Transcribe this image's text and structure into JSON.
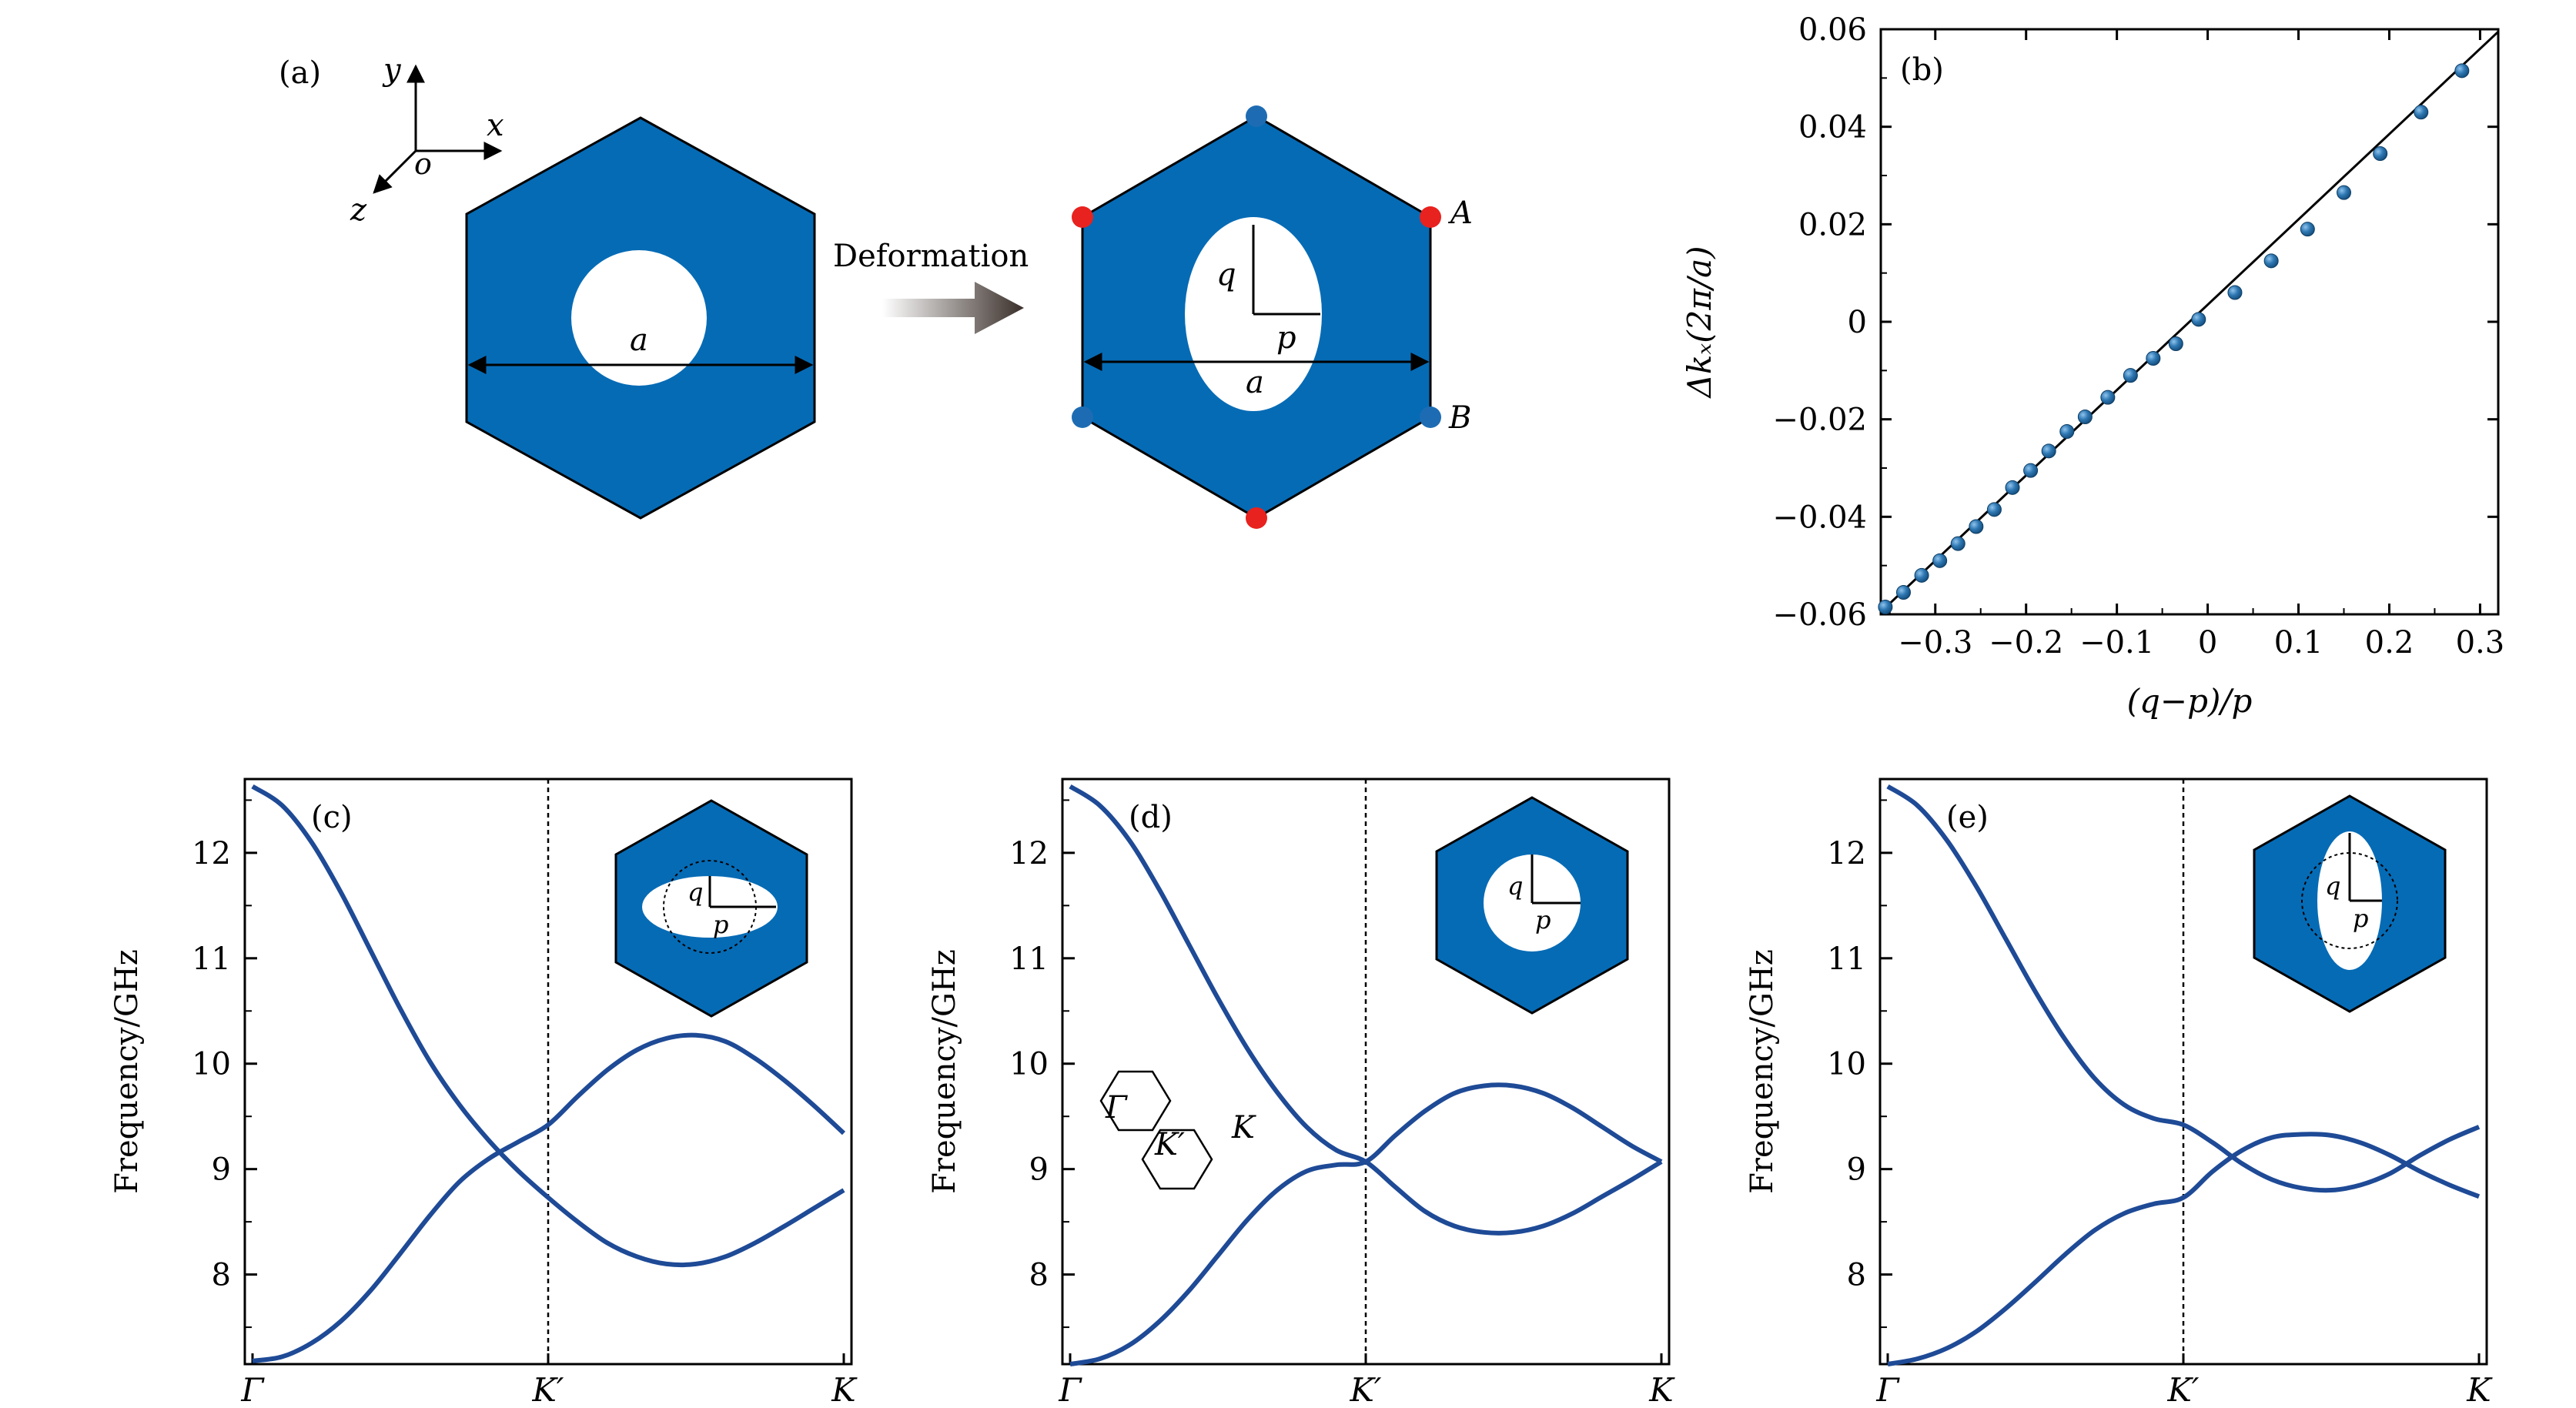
{
  "colors": {
    "hex_fill": "#066bb5",
    "band_line": "#1e4a96",
    "corner_red": "#e8221e",
    "corner_blue": "#1d6cb3",
    "fit_point": "#2f78b3"
  },
  "panel_a": {
    "label": "(a)",
    "axis_y": "y",
    "axis_x": "x",
    "axis_z": "z",
    "origin": "o",
    "arrow_label": "Deformation",
    "dim_a": "a",
    "dim_q": "q",
    "dim_p": "p",
    "corner_A": "A",
    "corner_B": "B"
  },
  "chart_data": [
    {
      "id": "b",
      "type": "scatter",
      "label": "(b)",
      "xlabel": "(q−p)/p",
      "ylabel": "Δkₓ(2π/a)",
      "xlim": [
        -0.36,
        0.32
      ],
      "ylim": [
        -0.06,
        0.06
      ],
      "xticks": [
        -0.3,
        -0.2,
        -0.1,
        0,
        0.1,
        0.2,
        0.3
      ],
      "xtick_labels": [
        "−0.3",
        "−0.2",
        "−0.1",
        "0",
        "0.1",
        "0.2",
        "0.3"
      ],
      "yticks": [
        -0.06,
        -0.04,
        -0.02,
        0,
        0.02,
        0.04,
        0.06
      ],
      "ytick_labels": [
        "−0.06",
        "−0.04",
        "−0.02",
        "0",
        "0.02",
        "0.04",
        "0.06"
      ],
      "fit_line": {
        "x": [
          -0.36,
          0.32
        ],
        "y": [
          -0.0595,
          0.0595
        ]
      },
      "x": [
        -0.355,
        -0.335,
        -0.315,
        -0.295,
        -0.275,
        -0.255,
        -0.235,
        -0.215,
        -0.195,
        -0.175,
        -0.155,
        -0.135,
        -0.11,
        -0.085,
        -0.06,
        -0.035,
        -0.01,
        0.03,
        0.07,
        0.11,
        0.15,
        0.19,
        0.235,
        0.28
      ],
      "y": [
        -0.0585,
        -0.0555,
        -0.052,
        -0.049,
        -0.0455,
        -0.042,
        -0.0385,
        -0.034,
        -0.0305,
        -0.0265,
        -0.0225,
        -0.0195,
        -0.0155,
        -0.011,
        -0.0075,
        -0.0045,
        0.0005,
        0.006,
        0.0125,
        0.019,
        0.0265,
        0.0345,
        0.043,
        0.0515
      ]
    },
    {
      "id": "c",
      "type": "line",
      "label": "(c)",
      "ylabel": "Frequency/GHz",
      "ylim": [
        7.15,
        12.7
      ],
      "yticks": [
        8,
        9,
        10,
        11,
        12
      ],
      "xtick_labels": [
        "Γ",
        "K′",
        "K"
      ],
      "xlim": [
        0,
        2
      ],
      "series": [
        {
          "x": [
            0,
            0.1,
            0.2,
            0.3,
            0.4,
            0.5,
            0.6,
            0.7,
            0.8,
            0.9,
            1.0,
            1.1,
            1.2,
            1.3,
            1.4,
            1.5,
            1.6,
            1.7,
            1.8,
            1.9,
            2.0
          ],
          "values": [
            12.63,
            12.45,
            12.1,
            11.62,
            11.07,
            10.52,
            10.02,
            9.61,
            9.27,
            8.98,
            8.73,
            8.5,
            8.3,
            8.17,
            8.1,
            8.1,
            8.17,
            8.3,
            8.46,
            8.63,
            8.8
          ]
        },
        {
          "x": [
            0,
            0.1,
            0.2,
            0.3,
            0.4,
            0.5,
            0.6,
            0.7,
            0.8,
            0.9,
            1.0,
            1.1,
            1.2,
            1.3,
            1.4,
            1.5,
            1.6,
            1.7,
            1.8,
            1.9,
            2.0
          ],
          "values": [
            7.18,
            7.22,
            7.35,
            7.56,
            7.85,
            8.2,
            8.56,
            8.88,
            9.1,
            9.26,
            9.42,
            9.69,
            9.94,
            10.13,
            10.24,
            10.27,
            10.21,
            10.05,
            9.84,
            9.6,
            9.34
          ]
        }
      ]
    },
    {
      "id": "d",
      "type": "line",
      "label": "(d)",
      "ylabel": "Frequency/GHz",
      "ylim": [
        7.15,
        12.7
      ],
      "yticks": [
        8,
        9,
        10,
        11,
        12
      ],
      "xtick_labels": [
        "Γ",
        "K′",
        "K"
      ],
      "xlim": [
        0,
        2
      ],
      "bz_labels": [
        "Γ",
        "K′",
        "K"
      ],
      "series": [
        {
          "x": [
            0,
            0.1,
            0.2,
            0.3,
            0.4,
            0.5,
            0.6,
            0.7,
            0.8,
            0.9,
            1.0,
            1.1,
            1.2,
            1.3,
            1.4,
            1.5,
            1.6,
            1.7,
            1.8,
            1.9,
            2.0
          ],
          "values": [
            12.63,
            12.45,
            12.12,
            11.66,
            11.14,
            10.62,
            10.14,
            9.73,
            9.4,
            9.18,
            9.07,
            8.83,
            8.6,
            8.46,
            8.4,
            8.4,
            8.46,
            8.58,
            8.74,
            8.9,
            9.07
          ]
        },
        {
          "x": [
            0,
            0.1,
            0.2,
            0.3,
            0.4,
            0.5,
            0.6,
            0.7,
            0.8,
            0.9,
            1.0,
            1.1,
            1.2,
            1.3,
            1.4,
            1.5,
            1.6,
            1.7,
            1.8,
            1.9,
            2.0
          ],
          "values": [
            7.15,
            7.2,
            7.33,
            7.55,
            7.84,
            8.18,
            8.52,
            8.8,
            8.98,
            9.04,
            9.07,
            9.32,
            9.55,
            9.72,
            9.79,
            9.79,
            9.72,
            9.58,
            9.4,
            9.22,
            9.07
          ]
        }
      ]
    },
    {
      "id": "e",
      "type": "line",
      "label": "(e)",
      "ylabel": "Frequency/GHz",
      "ylim": [
        7.15,
        12.7
      ],
      "yticks": [
        8,
        9,
        10,
        11,
        12
      ],
      "xtick_labels": [
        "Γ",
        "K′",
        "K"
      ],
      "xlim": [
        0,
        2
      ],
      "series": [
        {
          "x": [
            0,
            0.1,
            0.2,
            0.3,
            0.4,
            0.5,
            0.6,
            0.7,
            0.8,
            0.9,
            1.0,
            1.1,
            1.2,
            1.3,
            1.4,
            1.5,
            1.6,
            1.7,
            1.8,
            1.9,
            2.0
          ],
          "values": [
            12.63,
            12.45,
            12.12,
            11.68,
            11.18,
            10.68,
            10.23,
            9.86,
            9.61,
            9.48,
            9.42,
            9.25,
            9.05,
            8.9,
            8.82,
            8.8,
            8.85,
            8.96,
            9.13,
            9.28,
            9.4
          ]
        },
        {
          "x": [
            0,
            0.1,
            0.2,
            0.3,
            0.4,
            0.5,
            0.6,
            0.7,
            0.8,
            0.9,
            1.0,
            1.1,
            1.2,
            1.3,
            1.4,
            1.5,
            1.6,
            1.7,
            1.8,
            1.9,
            2.0
          ],
          "values": [
            7.15,
            7.2,
            7.3,
            7.46,
            7.68,
            7.93,
            8.19,
            8.42,
            8.58,
            8.67,
            8.73,
            8.98,
            9.18,
            9.3,
            9.33,
            9.32,
            9.25,
            9.13,
            8.98,
            8.85,
            8.74
          ]
        }
      ]
    }
  ],
  "insets": {
    "c": {
      "q": "q",
      "p": "p"
    },
    "d": {
      "q": "q",
      "p": "p"
    },
    "e": {
      "q": "q",
      "p": "p"
    }
  }
}
